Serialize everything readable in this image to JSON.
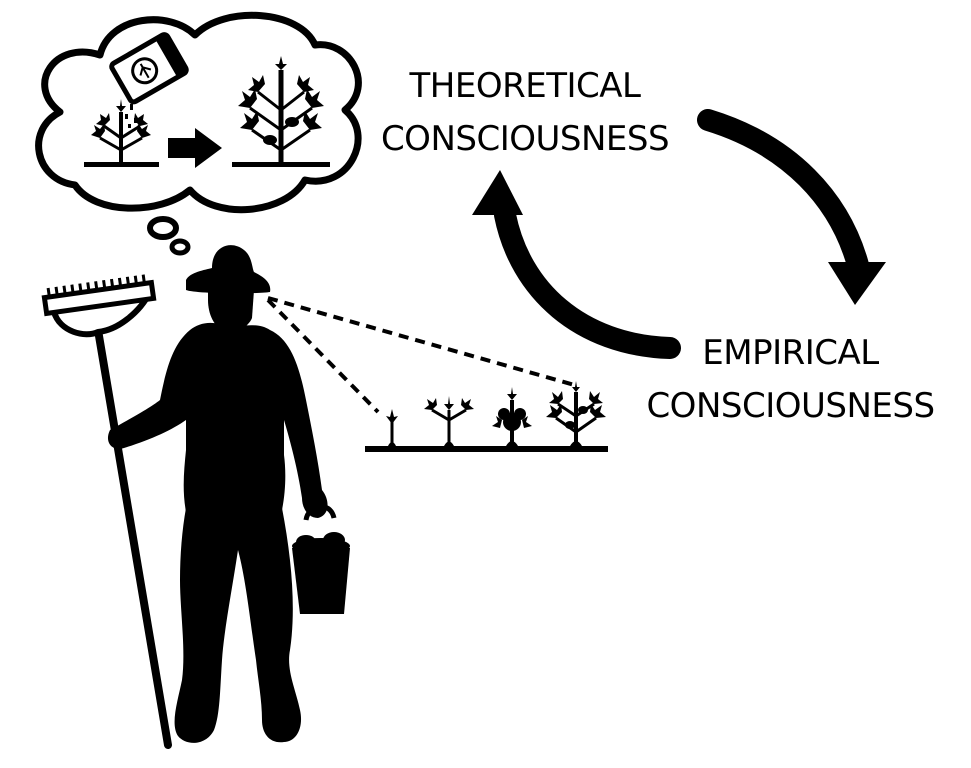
{
  "labels": {
    "theoretical": [
      "THEORETICAL",
      "CONSCIOUSNESS"
    ],
    "empirical": [
      "EMPIRICAL",
      "CONSCIOUSNESS"
    ]
  },
  "icons": {
    "figure": "farmer-silhouette-icon",
    "tool": "rake-icon",
    "container": "bucket-icon",
    "thought": "thought-cloud-icon",
    "fertilizer": "fertilizer-bag-icon",
    "cycle": [
      "cycle-arrow-down-icon",
      "cycle-arrow-up-icon"
    ]
  },
  "colors": {
    "ink": "#000000",
    "background": "#ffffff"
  }
}
